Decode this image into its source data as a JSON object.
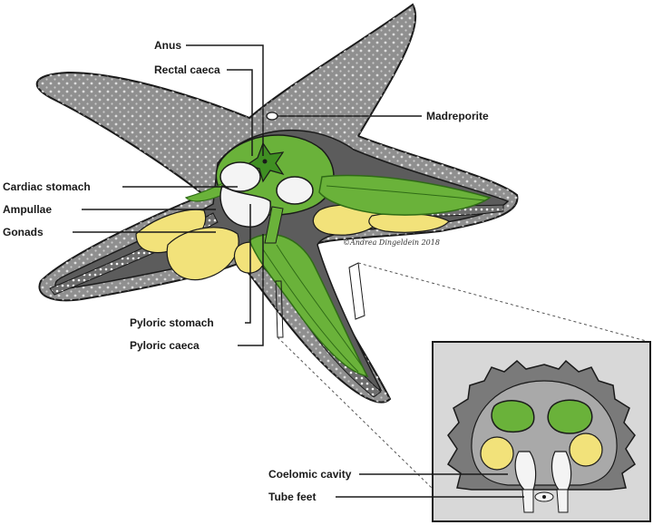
{
  "labels": {
    "anus": "Anus",
    "rectal_caeca": "Rectal caeca",
    "madreporite": "Madreporite",
    "cardiac_stomach": "Cardiac stomach",
    "ampullae": "Ampullae",
    "gonads": "Gonads",
    "pyloric_stomach": "Pyloric stomach",
    "pyloric_caeca": "Pyloric caeca",
    "coelomic_cavity": "Coelomic cavity",
    "tube_feet": "Tube feet"
  },
  "signature": "©Andrea Dingeldein 2018",
  "colors": {
    "skin": "#8f8f8f",
    "skin_dark": "#5c5c5c",
    "digestive": "#6ab23a",
    "digestive_dark": "#2f6b16",
    "gonad": "#f2e27a",
    "stomach": "#f4f4f4",
    "outline": "#1a1a1a"
  }
}
